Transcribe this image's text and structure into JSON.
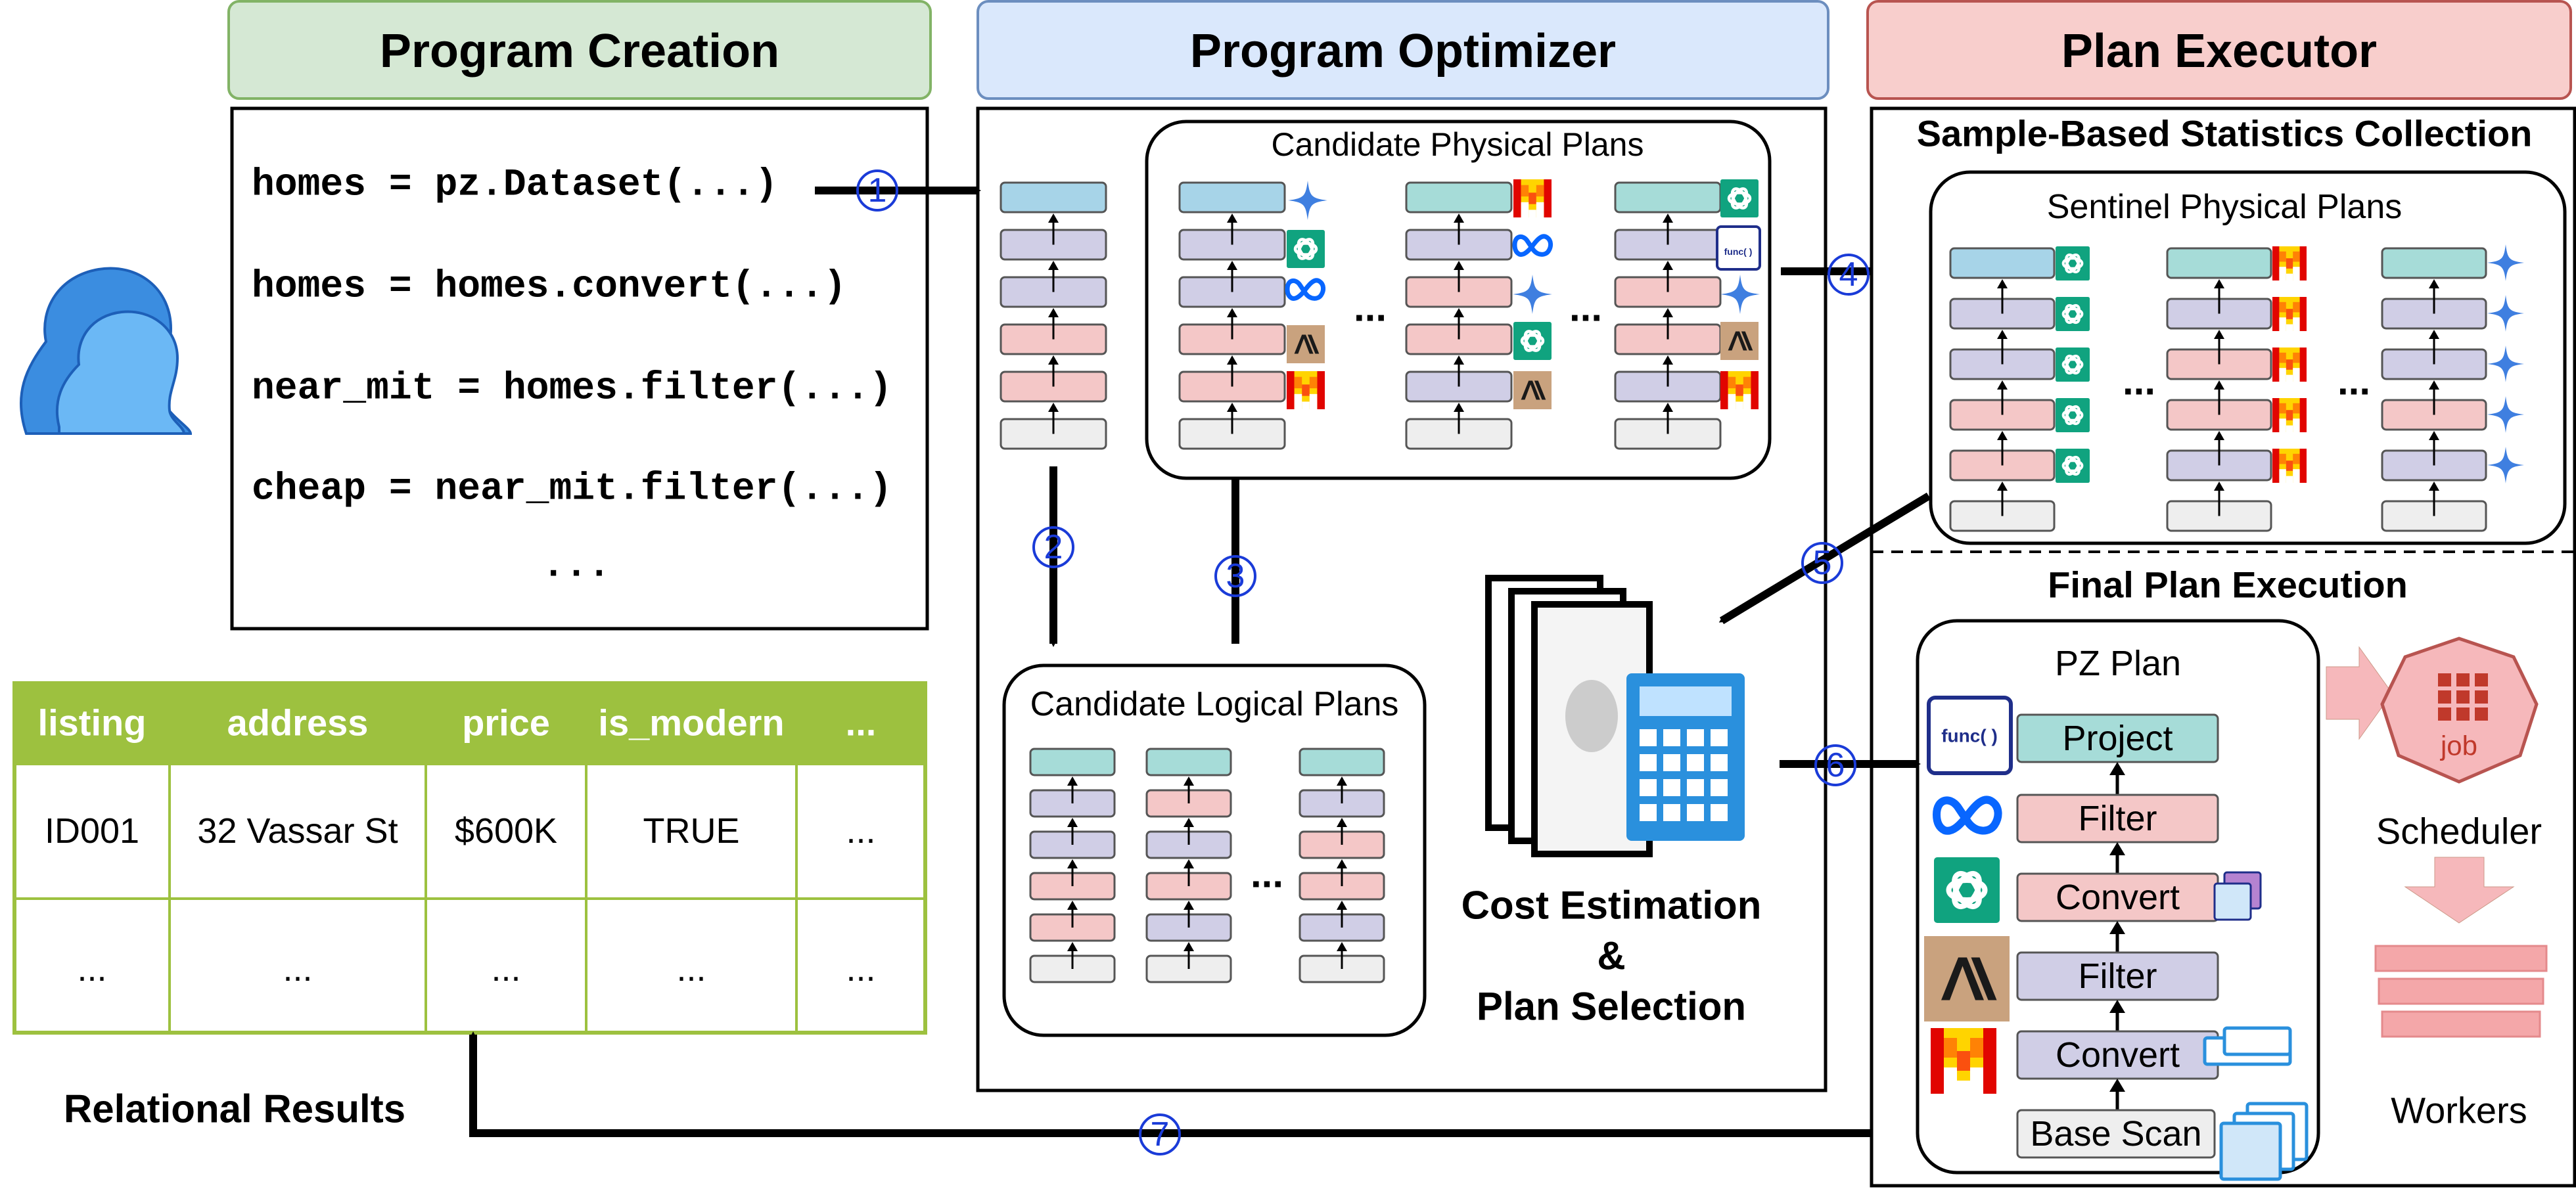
{
  "sections": {
    "program_creation": "Program Creation",
    "program_optimizer": "Program Optimizer",
    "plan_executor": "Plan Executor"
  },
  "code_lines": [
    "homes = pz.Dataset(...)",
    "homes = homes.convert(...)",
    "near_mit = homes.filter(...)",
    "cheap = near_mit.filter(...)",
    "..."
  ],
  "steps": [
    "1",
    "2",
    "3",
    "4",
    "5",
    "6",
    "7"
  ],
  "candidate_physical_plans": "Candidate Physical Plans",
  "candidate_logical_plans": "Candidate Logical Plans",
  "ellipsis": "...",
  "cost_estimation": {
    "line1": "Cost Estimation",
    "line2": "&",
    "line3": "Plan Selection"
  },
  "sample_stats": "Sample-Based Statistics Collection",
  "sentinel_plans": "Sentinel Physical Plans",
  "final_plan_execution": "Final Plan Execution",
  "pz_plan": {
    "title": "PZ Plan",
    "ops": [
      "Project",
      "Filter",
      "Convert",
      "Filter",
      "Convert",
      "Base Scan"
    ]
  },
  "func_label": "func( )",
  "func_small": "func( )",
  "job_label": "job",
  "scheduler": "Scheduler",
  "workers": "Workers",
  "relational_results": "Relational Results",
  "table": {
    "headers": [
      "listing",
      "address",
      "price",
      "is_modern",
      "..."
    ],
    "rows": [
      [
        "ID001",
        "32 Vassar St",
        "$600K",
        "TRUE",
        "..."
      ],
      [
        "...",
        "...",
        "...",
        "...",
        "..."
      ]
    ]
  },
  "colors": {
    "blue_op": "#a7d4e8",
    "teal_op": "#a6dcd8",
    "purple_op": "#d0cee6",
    "red_op": "#f4c7c7",
    "grey_op": "#eeeeee",
    "green_header": "#9dc13f",
    "step_blue": "#1a3bd8",
    "openai_green": "#10a37f",
    "anthropic_tan": "#c9a27e",
    "meta_blue": "#0866ff"
  }
}
